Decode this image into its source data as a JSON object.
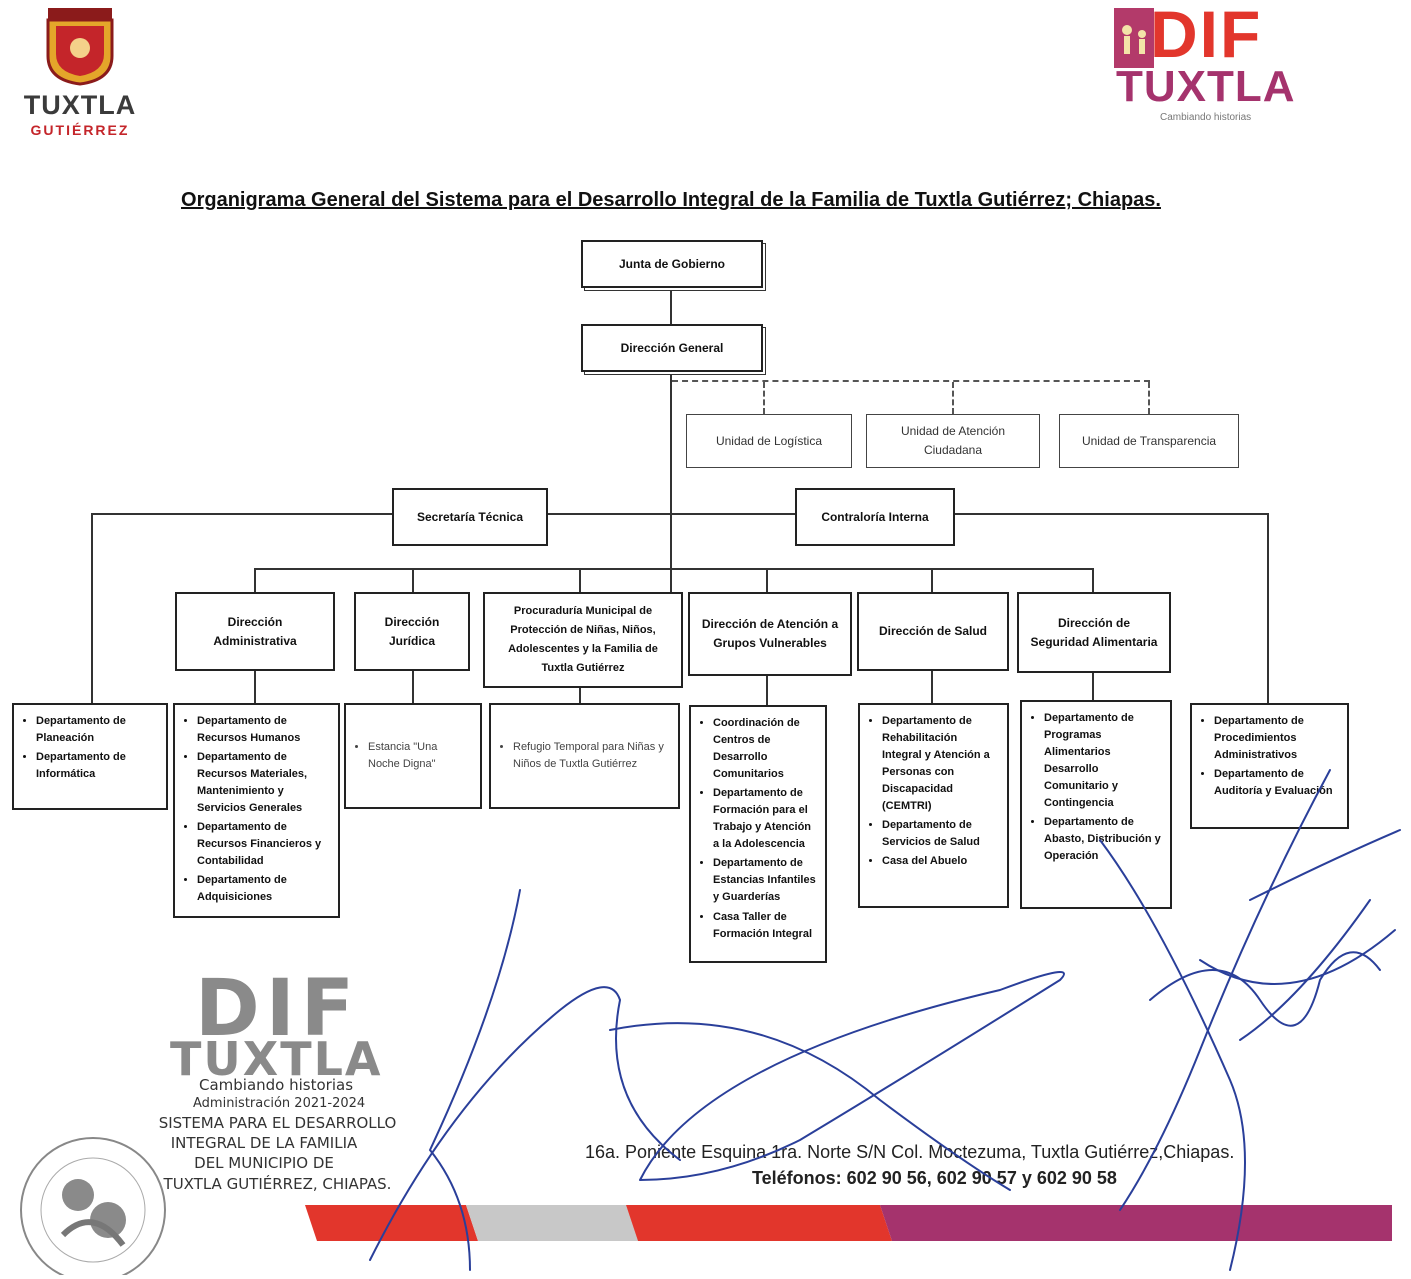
{
  "header": {
    "left_logo": {
      "name": "TUXTLA",
      "sub": "GUTIÉRREZ"
    },
    "right_logo": {
      "brand": "DIF",
      "city": "TUXTLA",
      "tagline": "Cambiando historias"
    }
  },
  "title": "Organigrama General del Sistema para el Desarrollo Integral de la Familia de Tuxtla Gutiérrez; Chiapas.",
  "org": {
    "junta": "Junta de Gobierno",
    "direccion_general": "Dirección General",
    "unidades": [
      "Unidad de Logística",
      "Unidad de Atención Ciudadana",
      "Unidad de Transparencia"
    ],
    "secretaria": "Secretaría Técnica",
    "contraloria": "Contraloría Interna",
    "direcciones": [
      "Dirección Administrativa",
      "Dirección Jurídica",
      "Procuraduría Municipal de Protección de Niñas, Niños, Adolescentes y la Familia de Tuxtla Gutiérrez",
      "Dirección de Atención a Grupos Vulnerables",
      "Dirección de Salud",
      "Dirección de Seguridad Alimentaria"
    ],
    "departamentos": {
      "secretaria": [
        "Departamento de Planeación",
        "Departamento de Informática"
      ],
      "administrativa": [
        "Departamento de Recursos Humanos",
        "Departamento de Recursos Materiales, Mantenimiento y Servicios Generales",
        "Departamento de Recursos Financieros y Contabilidad",
        "Departamento de Adquisiciones"
      ],
      "juridica": [
        "Estancia \"Una Noche Digna\""
      ],
      "procuraduria": [
        "Refugio Temporal para Niñas y Niños de Tuxtla Gutiérrez"
      ],
      "vulnerables": [
        "Coordinación de Centros de Desarrollo Comunitarios",
        "Departamento de Formación para el Trabajo y Atención a la Adolescencia",
        "Departamento de Estancias Infantiles y Guarderías",
        "Casa Taller de Formación Integral"
      ],
      "salud": [
        "Departamento de Rehabilitación Integral y Atención a Personas con Discapacidad (CEMTRI)",
        "Departamento de Servicios de Salud",
        "Casa del Abuelo"
      ],
      "alimentaria": [
        "Departamento de Programas Alimentarios Desarrollo Comunitario y Contingencia",
        "Departamento de Abasto, Distribución y Operación"
      ],
      "contraloria": [
        "Departamento de Procedimientos Administrativos",
        "Departamento de Auditoría y Evaluación"
      ]
    }
  },
  "stamp": {
    "brand": "DIF",
    "city": "TUXTLA",
    "tagline": "Cambiando historias",
    "admin": "Administración 2021-2024",
    "line1": "SISTEMA PARA EL DESARROLLO",
    "line2": "INTEGRAL DE LA FAMILIA",
    "line3": "DEL MUNICIPIO DE",
    "line4": "TUXTLA GUTIÉRREZ, CHIAPAS."
  },
  "footer": {
    "address": "16a. Poniente Esquina 1ra. Norte S/N Col. Moctezuma, Tuxtla Gutiérrez,Chiapas.",
    "phones": "Teléfonos: 602 90 56, 602 90 57 y 602 90 58"
  },
  "colors": {
    "red": "#e2362c",
    "magenta": "#a5336d",
    "gray": "#c8c8c8",
    "signature": "#2a3f9a"
  }
}
